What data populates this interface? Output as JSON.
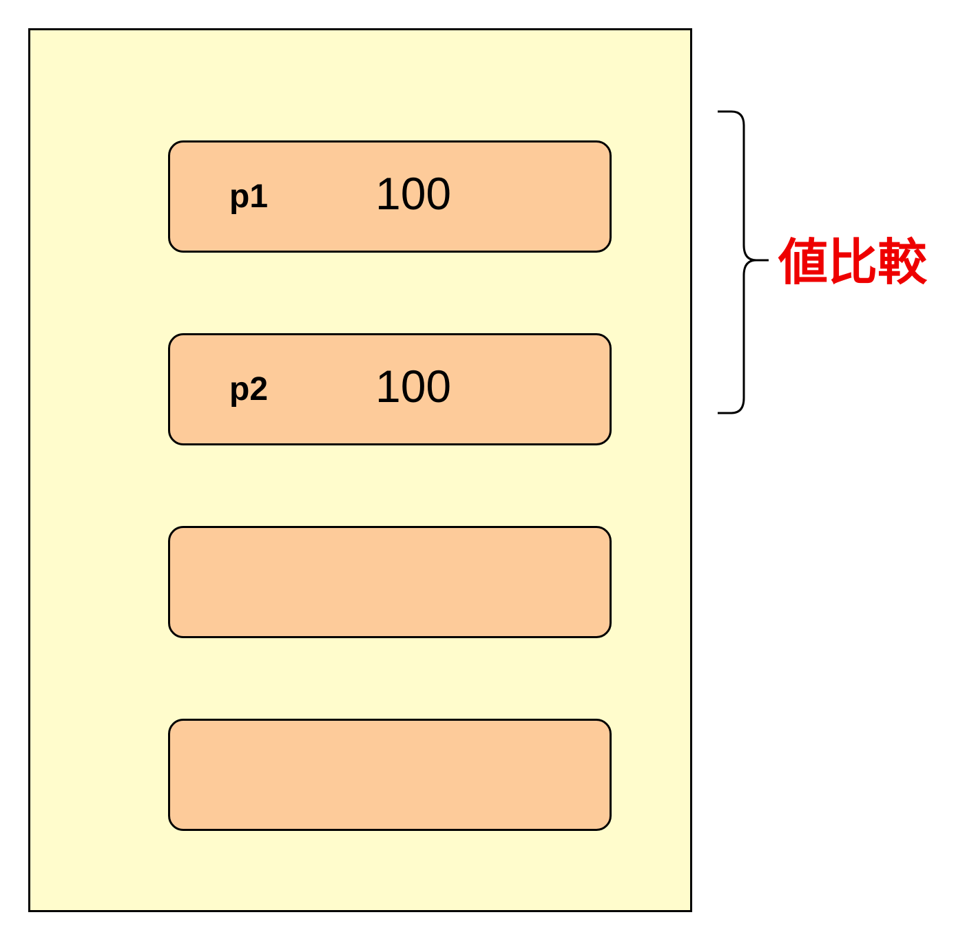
{
  "variables": [
    {
      "name": "p1",
      "value": "100"
    },
    {
      "name": "p2",
      "value": "100"
    }
  ],
  "empty_slots": 2,
  "comparison_label": "値比較",
  "colors": {
    "memory_background": "#fffccc",
    "slot_fill": "#fdcb9a",
    "label": "#ee0000",
    "outline": "#000000"
  }
}
